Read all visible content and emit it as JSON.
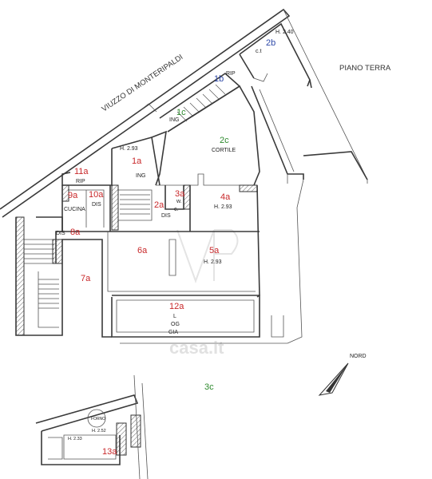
{
  "title": "PIANO TERRA",
  "street": "VIUZZO  DI  MONTERIPALDI",
  "north_label": "NORD",
  "watermark": "casa.it",
  "labels": {
    "r1a": "1a",
    "r2a": "2a",
    "r3a": "3a",
    "r4a": "4a",
    "r5a": "5a",
    "r6a": "6a",
    "r7a": "7a",
    "r8a": "8a",
    "r9a": "9a",
    "r10a": "10a",
    "r11a": "11a",
    "r12a": "12a",
    "r13a": "13a",
    "r1b": "1b",
    "r2b": "2b",
    "r1c": "1c",
    "r2c": "2c",
    "r3c": "3c"
  },
  "texts": {
    "h240": "H. 2.40",
    "ct": "c.t",
    "rip_top": "RIP",
    "ing_top": "ING",
    "cortile": "CORTILE",
    "h293_1a": "H. 2.93",
    "ing_1a": "ING",
    "rip_11a": "RIP",
    "cucina": "CUCINA",
    "dis_10a": "DIS",
    "dis_2a": "DIS",
    "c_2a": "c.",
    "w_3a": "w.",
    "h293_4a": "H. 2.93",
    "dis_8a": "DIS",
    "h293_5a": "H. 2.93",
    "l_12a": "L",
    "og_12a": "OG",
    "gia_12a": "GIA",
    "forno": "FORNO",
    "h233": "H. 2.33",
    "h252": "H. 2.52"
  }
}
